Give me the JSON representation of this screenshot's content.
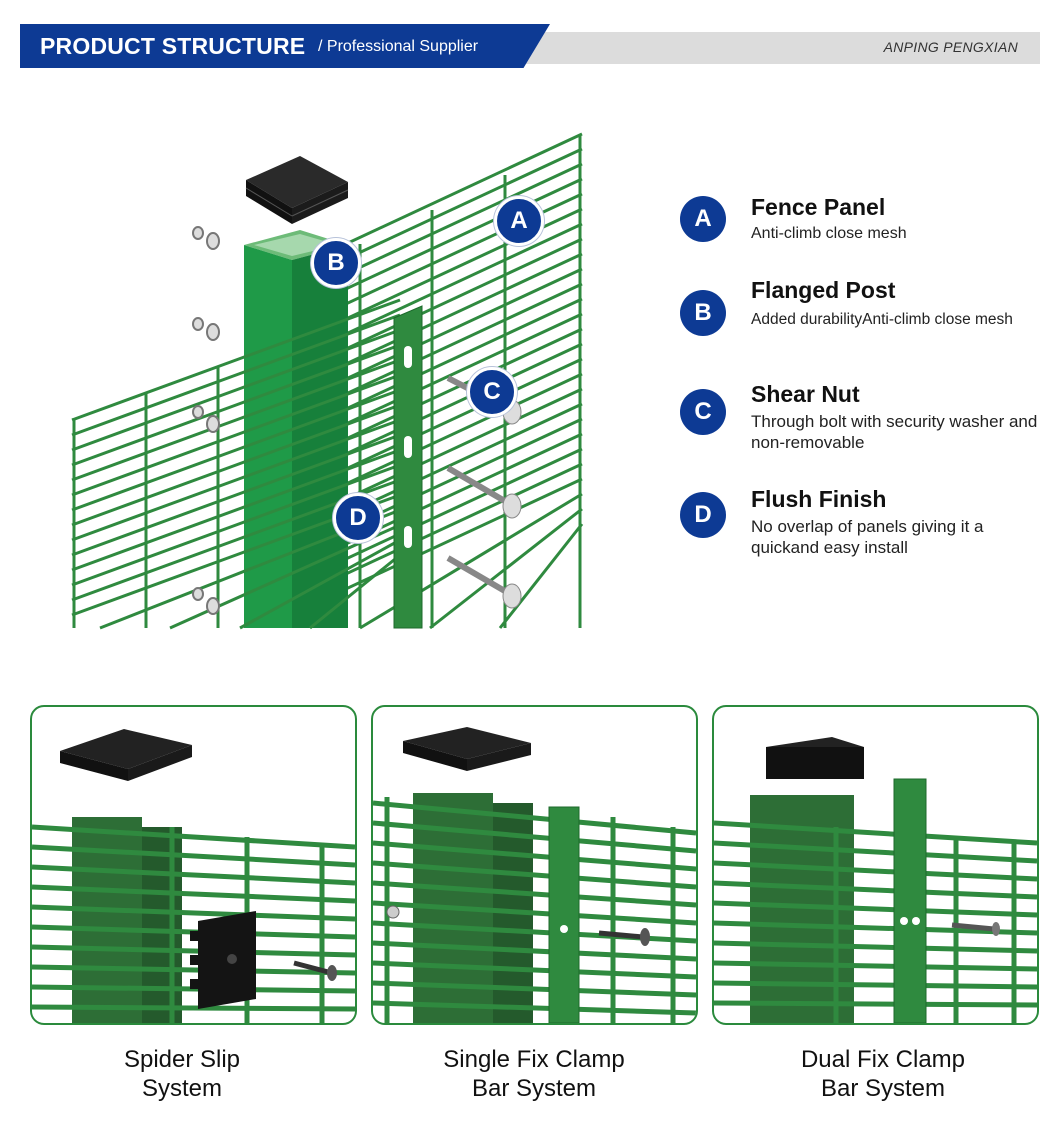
{
  "header": {
    "title": "PRODUCT STRUCTURE",
    "subtitle": "/ Professional Supplier",
    "brand": "ANPING PENGXIAN"
  },
  "illustration": {
    "markers": [
      "A",
      "B",
      "C",
      "D"
    ]
  },
  "features": [
    {
      "letter": "A",
      "title": "Fence Panel",
      "description": "Anti-climb close mesh"
    },
    {
      "letter": "B",
      "title": "Flanged Post",
      "description": "Added durabilityAnti-climb close mesh"
    },
    {
      "letter": "C",
      "title": "Shear Nut",
      "description": "Through bolt with security washer and non-removable"
    },
    {
      "letter": "D",
      "title": "Flush Finish",
      "description": "No overlap of panels giving it a quickand easy install"
    }
  ],
  "systems": [
    {
      "line1": "Spider Slip",
      "line2": "System"
    },
    {
      "line1": "Single Fix Clamp",
      "line2": "Bar System"
    },
    {
      "line1": "Dual Fix Clamp",
      "line2": "Bar System"
    }
  ],
  "colors": {
    "brand_blue": "#0d3a94",
    "fence_green": "#2f8a3f",
    "post_green": "#1f9a48",
    "cap_black": "#1b1b1b"
  }
}
